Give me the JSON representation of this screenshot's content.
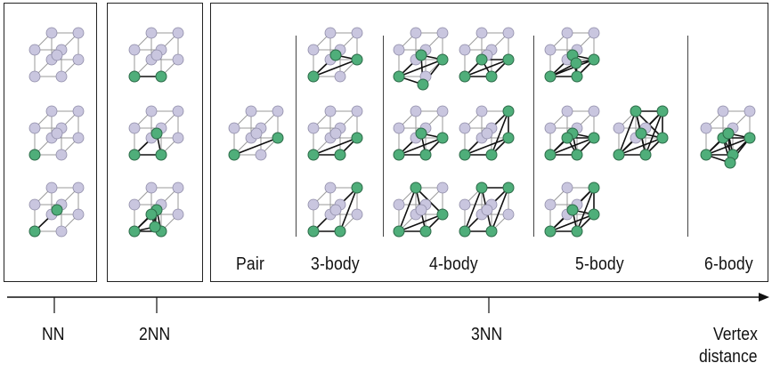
{
  "groups": {
    "pair": "Pair",
    "three_body": "3-body",
    "four_body": "4-body",
    "five_body": "5-body",
    "six_body": "6-body"
  },
  "axis": {
    "ticks": [
      "NN",
      "2NN",
      "3NN"
    ],
    "end_label_line1": "Vertex",
    "end_label_line2": "distance"
  },
  "colors": {
    "atom_lattice": "#c9c6df",
    "atom_cluster": "#4fae7a",
    "lattice_edge": "#9a9a9a",
    "cluster_bond": "#111111",
    "frame": "#222222"
  }
}
